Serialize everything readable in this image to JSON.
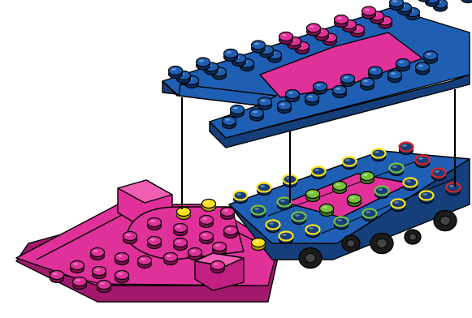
{
  "scene": {
    "colors": {
      "background": "#ffffff",
      "blue": "#1f5fb3",
      "blue_dark": "#153f7a",
      "blue_stud_top": "#0b2d5c",
      "magenta": "#e0319a",
      "magenta_dark": "#a2186c",
      "magenta_stud_top": "#7e0f50",
      "yellow": "#ffe21a",
      "green": "#76c23c",
      "red": "#e02323",
      "outline": "#000000",
      "wheel": "#1b1b1b"
    },
    "parts": [
      {
        "name": "blue-top-plate",
        "color": "blue"
      },
      {
        "name": "magenta-tile-on-plate",
        "color": "magenta"
      },
      {
        "name": "magenta-boat-hull",
        "color": "magenta"
      },
      {
        "name": "blue-chassis",
        "color": "blue"
      },
      {
        "name": "yellow-marker-studs",
        "color": "yellow"
      },
      {
        "name": "green-marker-studs",
        "color": "green"
      },
      {
        "name": "red-marker-studs",
        "color": "red"
      }
    ],
    "assembly_guides": 3
  }
}
